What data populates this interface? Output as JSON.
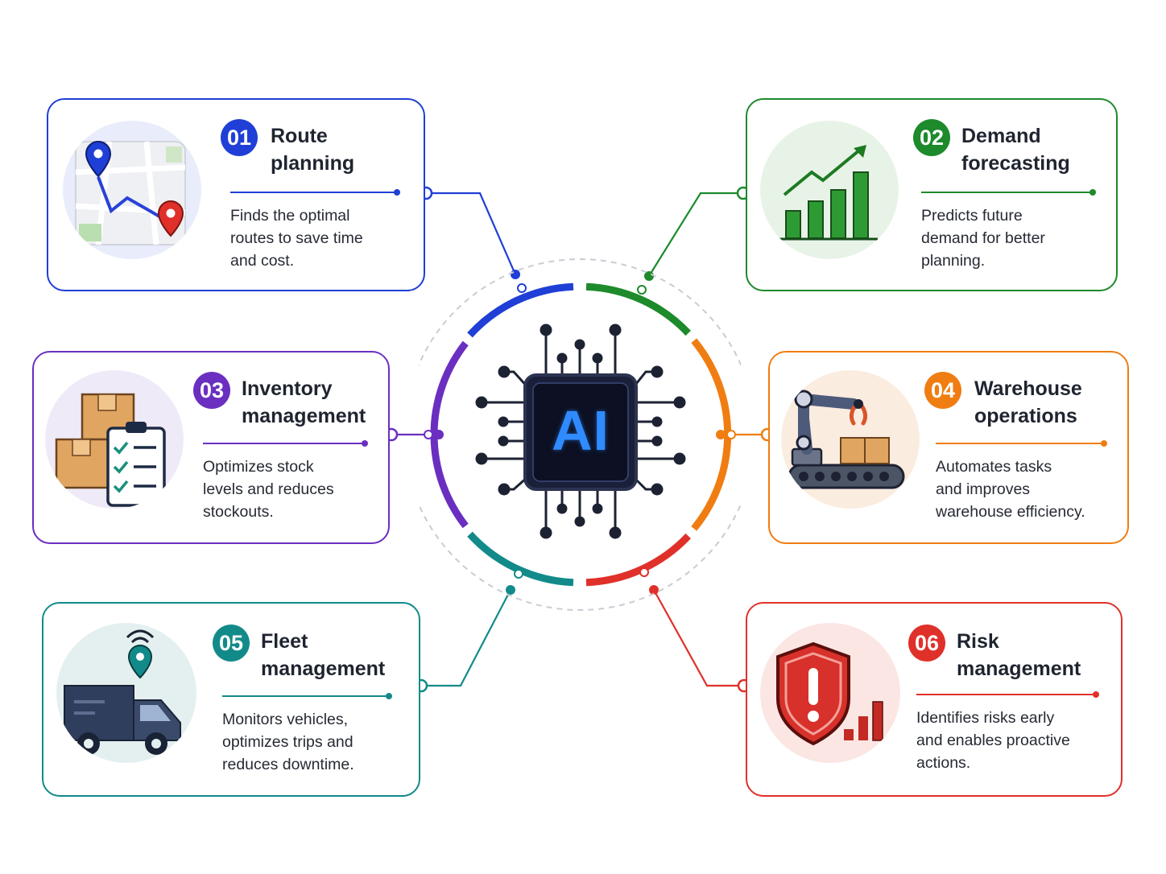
{
  "hub": {
    "label": "AI"
  },
  "cards": [
    {
      "num": "01",
      "title": "Route\nplanning",
      "desc": "Finds the optimal\nroutes to save time\nand cost.",
      "color": "#1f3fd6",
      "icon": "map-pin-icon"
    },
    {
      "num": "02",
      "title": "Demand\nforecasting",
      "desc": "Predicts future\ndemand for better\nplanning.",
      "color": "#1d8a2b",
      "icon": "growth-chart-icon"
    },
    {
      "num": "03",
      "title": "Inventory\nmanagement",
      "desc": "Optimizes stock\nlevels and reduces\nstockouts.",
      "color": "#6a2fc0",
      "icon": "boxes-checklist-icon"
    },
    {
      "num": "04",
      "title": "Warehouse\noperations",
      "desc": "Automates tasks\nand improves\nwarehouse efficiency.",
      "color": "#f07d12",
      "icon": "robot-arm-icon"
    },
    {
      "num": "05",
      "title": "Fleet\nmanagement",
      "desc": "Monitors vehicles,\noptimizes trips and\nreduces downtime.",
      "color": "#138a8a",
      "icon": "truck-icon"
    },
    {
      "num": "06",
      "title": "Risk\nmanagement",
      "desc": "Identifies risks early\nand enables proactive\nactions.",
      "color": "#e0302a",
      "icon": "shield-alert-icon"
    }
  ]
}
